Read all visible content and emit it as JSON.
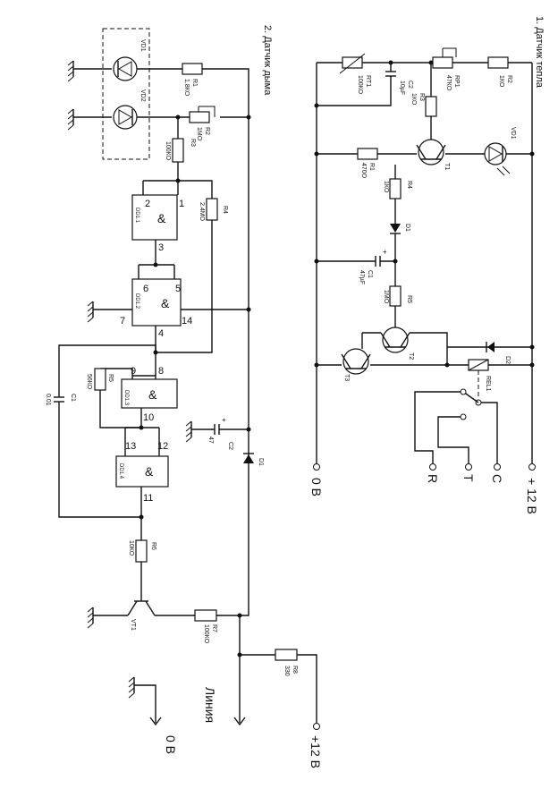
{
  "heat": {
    "title": "1. Датчик тепла",
    "rt1_name": "RT1",
    "rt1_val": "100КО",
    "c2_name": "C2",
    "c2_val": "10µF",
    "rp1_name": "RP1",
    "rp1_val": "47КО",
    "r2_name": "R2",
    "r2_val": "1КО",
    "r3_name": "R3",
    "r3_val": "1КО",
    "t1": "T1",
    "vd1": "VD1",
    "r1_name": "R1",
    "r1_val": "470О",
    "r4_name": "R4",
    "r4_val": "1КО",
    "d1": "D1",
    "c1_name": "C1",
    "c1_val": "47µF",
    "r5_name": "R5",
    "r5_val": "1МО",
    "t2": "T2",
    "t3": "T3",
    "d2": "D2",
    "rel1": "REL1",
    "term_c": "C",
    "term_t": "T",
    "term_r": "R",
    "plus12": "+ 12 В",
    "zero": "0 В"
  },
  "smoke": {
    "title": "2. Датчик дыма",
    "vd1": "VD1",
    "vd2": "VD2",
    "r1_name": "R1",
    "r1_val": "1.8КО",
    "r2_name": "R2",
    "r2_val": "1МО",
    "r3_name": "R3",
    "r3_val": "100КО",
    "r4_name": "R4",
    "r4_val": "2.4МО",
    "dd11": "DD1.1",
    "dd12": "DD1.2",
    "dd13": "DD1.3",
    "dd14": "DD1.4",
    "amp": "&",
    "pins": [
      "1",
      "2",
      "3",
      "5",
      "6",
      "14",
      "4",
      "7",
      "8",
      "9",
      "10",
      "12",
      "13",
      "11"
    ],
    "r5_name": "R5",
    "r5_val": "56КО",
    "c1_name": "C1",
    "c1_val": "0.01",
    "c2_name": "C2",
    "c2_val": "47",
    "d1": "D1",
    "r6_name": "R6",
    "r6_val": "10КО",
    "vt1": "VT1",
    "r7_name": "R7",
    "r7_val": "100КО",
    "r8_name": "R8",
    "r8_val": "330",
    "line": "Линия",
    "plus12": "+12 В",
    "zero": "0 В"
  }
}
